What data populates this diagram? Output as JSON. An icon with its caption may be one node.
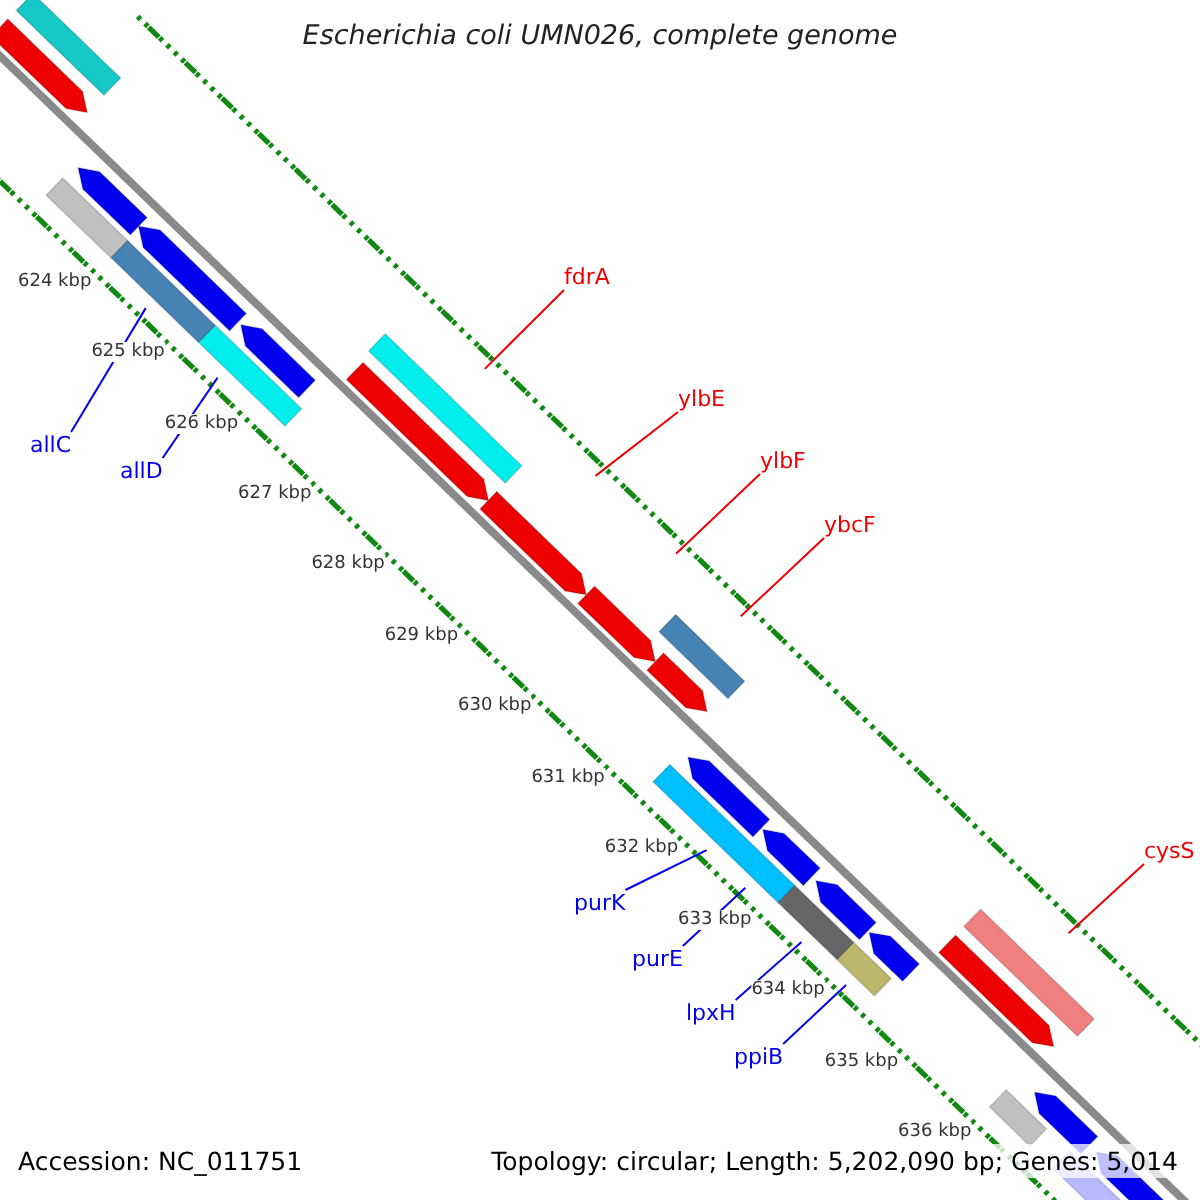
{
  "diagram": {
    "title": "Escherichia coli UMN026, complete genome",
    "nodes": [
      {
        "text": [
          "fdrA"
        ]
      },
      {
        "text": [
          "allC"
        ]
      },
      {
        "text": [
          "ylbE"
        ]
      },
      {
        "text": [
          "ylbF"
        ]
      },
      {
        "text": [
          "allD"
        ]
      },
      {
        "text": [
          "ybcF"
        ]
      },
      {
        "text": [
          "cysS"
        ]
      },
      {
        "text": [
          "purK"
        ]
      },
      {
        "text": [
          "purE"
        ]
      },
      {
        "text": [
          "lpxH"
        ]
      },
      {
        "text": [
          "ppiB"
        ]
      }
    ],
    "edges": [
      {
        "from": 0,
        "to": null,
        "arrow": "none",
        "color": "#ee0000"
      },
      {
        "from": 1,
        "to": null,
        "arrow": "none"
      },
      {
        "from": 2,
        "to": null,
        "arrow": "none",
        "color": "#ee0000"
      },
      {
        "from": 3,
        "to": null,
        "arrow": "none",
        "color": "#ee0000"
      },
      {
        "from": 4,
        "to": null,
        "arrow": "none"
      },
      {
        "from": 5,
        "to": null,
        "arrow": "none",
        "color": "#ee0000"
      },
      {
        "from": 6,
        "to": null,
        "arrow": "none",
        "color": "#ee0000"
      },
      {
        "from": 7,
        "to": null,
        "arrow": "none"
      },
      {
        "from": 8,
        "to": null,
        "arrow": "none"
      },
      {
        "from": 9,
        "to": null,
        "arrow": "none"
      },
      {
        "from": 10,
        "to": null,
        "arrow": "none"
      }
    ],
    "labels": [
      "624 kbp",
      "625 kbp",
      "626 kbp",
      "627 kbp",
      "628 kbp",
      "629 kbp",
      "630 kbp",
      "631 kbp",
      "632 kbp",
      "633 kbp",
      "634 kbp",
      "635 kbp",
      "636 kbp",
      "Accession: NC_011751",
      "Topology: circular; Length: 5,202,090 bp; Genes: 5,014"
    ]
  }
}
